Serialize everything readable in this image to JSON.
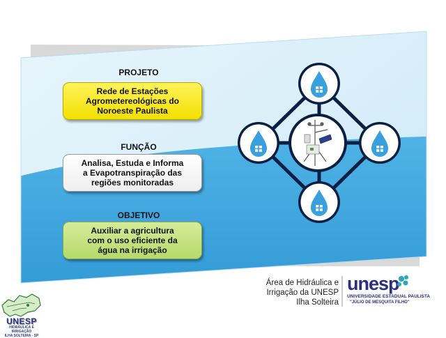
{
  "sections": [
    {
      "heading": "PROJETO",
      "lines": [
        "Rede de Estações",
        "Agrometereológicas do",
        "Noroeste Paulista"
      ]
    },
    {
      "heading": "FUNÇÃO",
      "lines": [
        "Analisa, Estuda e Informa",
        "a Evapotranspiração das",
        "regiões monitoradas"
      ]
    },
    {
      "heading": "OBJETIVO",
      "lines": [
        "Auxiliar a agricultura",
        "com o uso eficiente da",
        "água na irrigação"
      ]
    }
  ],
  "footer": {
    "lines": [
      "Área de Hidráulica e",
      "Irrigação da UNESP",
      "Ilha Solteira"
    ]
  },
  "unesp_logo": {
    "wordmark": "unesp",
    "subtitle1": "UNIVERSIDADE ESTADUAL PAULISTA",
    "subtitle2": "\"JÚLIO DE MESQUITA FILHO\""
  },
  "small_logo": {
    "title": "UNESP",
    "subtitle1": "HIDRÁULICA E IRRIGAÇÃO",
    "subtitle2": "ILHA SOLTEIRA - SP"
  },
  "colors": {
    "yellow_box": "#f5e600",
    "green_box": "#bedd7a",
    "panel_blue": "#3aa2dc",
    "network_navy": "#0b1f45"
  }
}
